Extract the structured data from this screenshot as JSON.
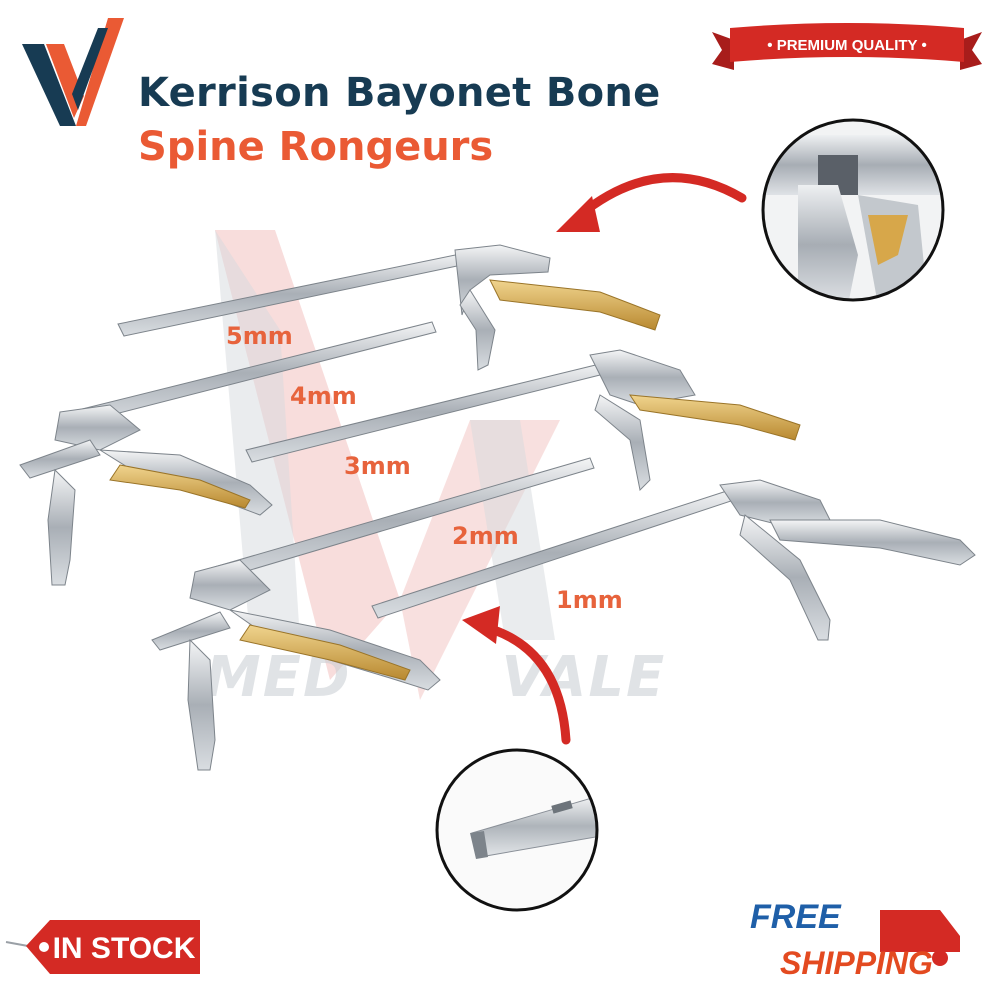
{
  "brand": {
    "watermark_left": "MED",
    "watermark_right": "VALE"
  },
  "title": {
    "line1": "Kerrison Bayonet Bone",
    "line2": "Spine Rongeurs"
  },
  "badge": {
    "premium": "• PREMIUM QUALITY •"
  },
  "sizes": [
    "5mm",
    "4mm",
    "3mm",
    "2mm",
    "1mm"
  ],
  "stock": {
    "label": "IN STOCK"
  },
  "shipping": {
    "line1": "FREE",
    "line2": "SHIPPING"
  },
  "colors": {
    "navy": "#173b53",
    "orange": "#ea5a34",
    "red": "#d42a24",
    "steel": "#b9bec4",
    "gold": "#d7a74a",
    "blue": "#1f5fa8"
  }
}
